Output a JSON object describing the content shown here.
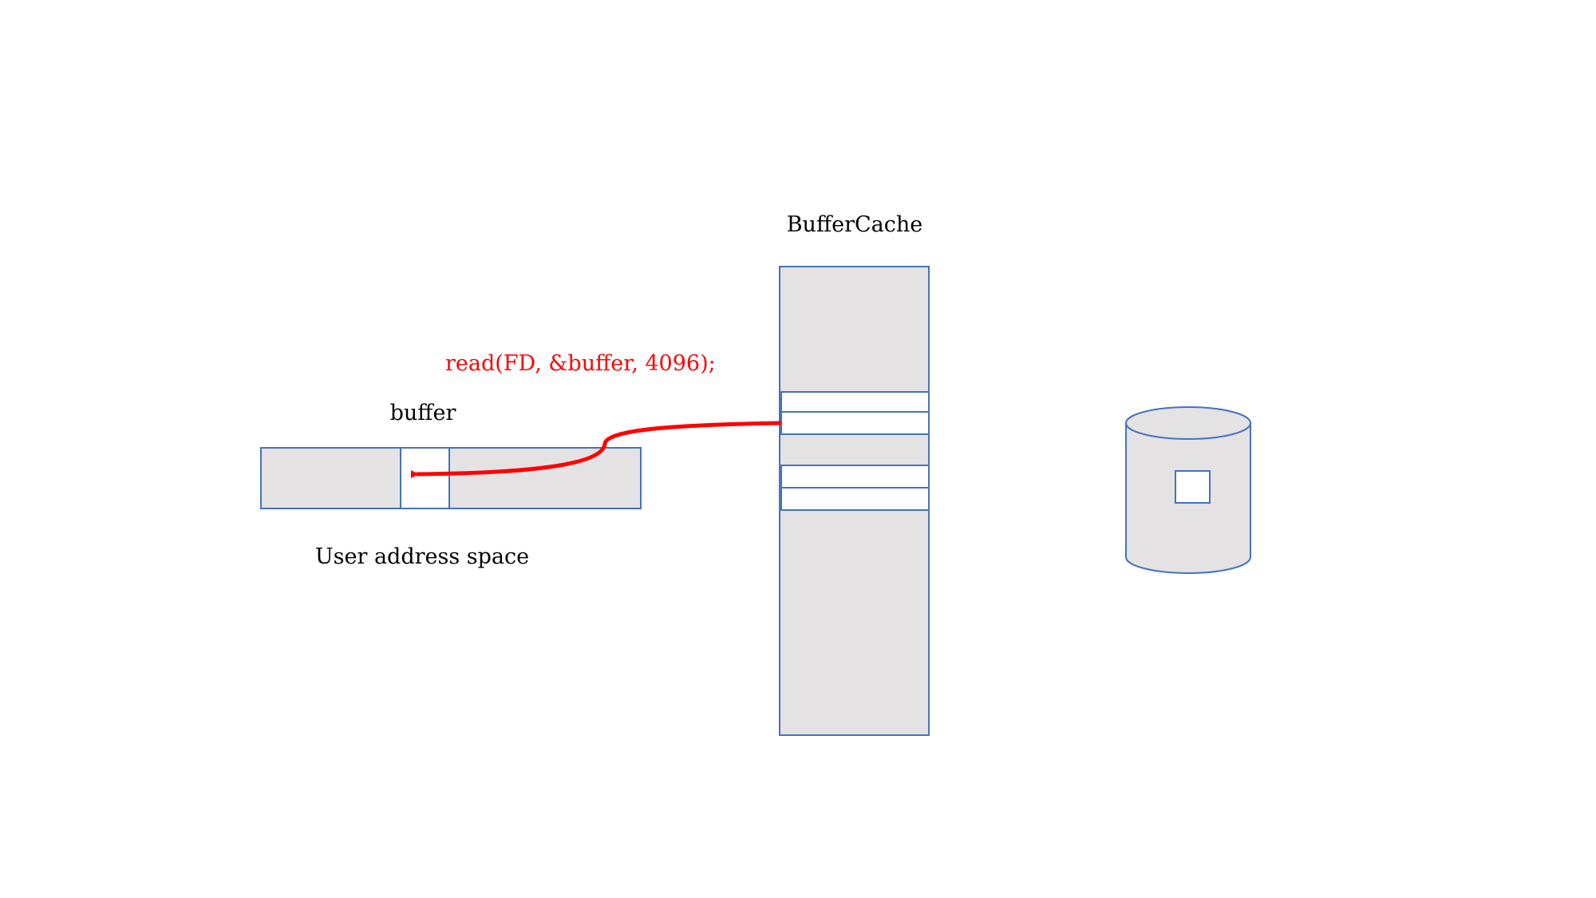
{
  "labels": {
    "buffer_cache": "BufferCache",
    "read_call": "read(FD, &buffer, 4096);",
    "buffer": "buffer",
    "user_address_space": "User address space"
  },
  "colors": {
    "block_fill": "#e4e2e3",
    "block_stroke": "#4472c4",
    "slot_fill": "#ffffff",
    "arrow": "#ff0000",
    "code_text": "#ff0000",
    "text": "#000000"
  },
  "icons": {
    "disk": "disk-cylinder-icon"
  }
}
